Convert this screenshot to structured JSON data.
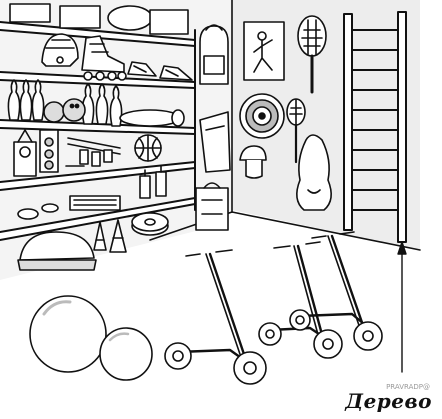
{
  "caption": "Дерево",
  "watermark": "PRAVRADP@",
  "colors": {
    "ink": "#111111",
    "wall": "#f2f2f2",
    "floor": "#ffffff",
    "shade": "#9a9a9a"
  },
  "scene_items": [
    "shelf-unit",
    "helmet-icon",
    "roller-skate-icon",
    "sneakers-icon",
    "bowling-pins-icon",
    "bowling-balls-icon",
    "trophy-icon",
    "basketball-icon",
    "dumbbells-icon",
    "balance-ball-icon",
    "traffic-cones-icon",
    "backpack-icon",
    "poster-icon",
    "tennis-racket-icon",
    "badminton-racket-icon",
    "dartboard-icon",
    "cap-icon",
    "guitar-case-icon",
    "wall-bars-icon",
    "scooter-icon",
    "exercise-ball-icon"
  ]
}
